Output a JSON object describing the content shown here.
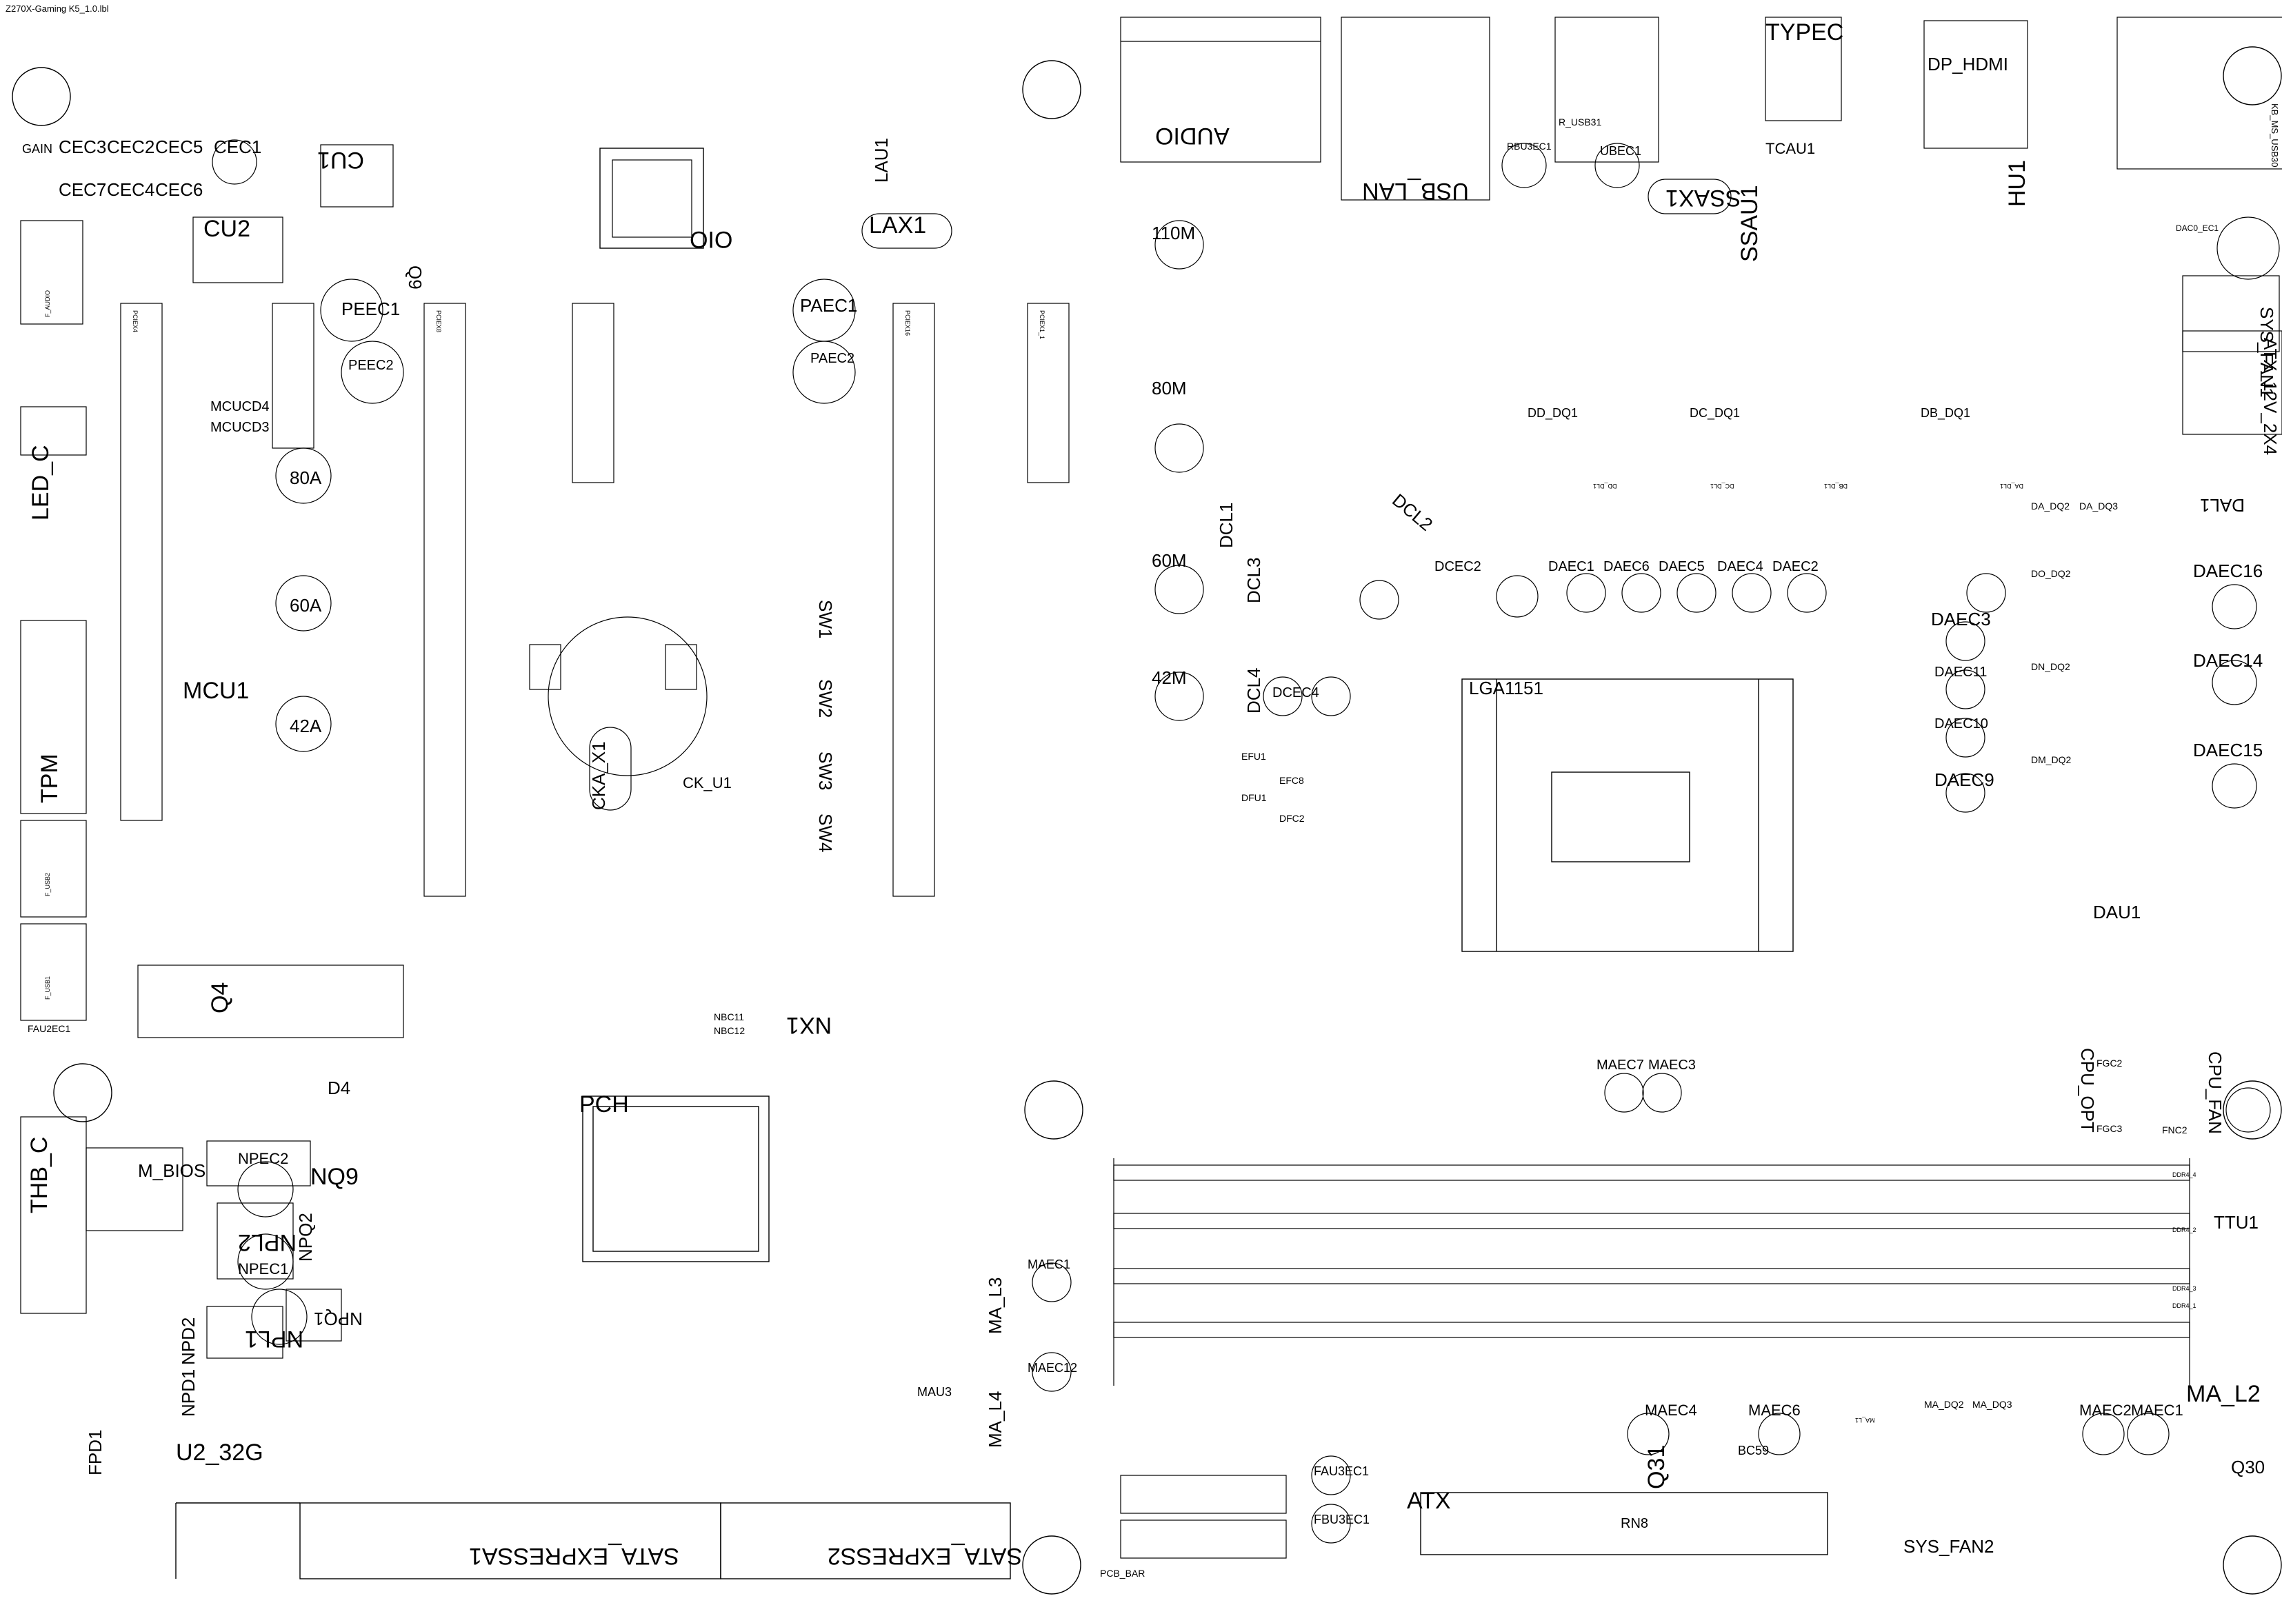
{
  "file_name": "Z270X-Gaming K5_1.0.lbl",
  "large_labels": {
    "audio": "AUDIO",
    "usb_lan": "USB_LAN",
    "typec": "TYPEC",
    "dp_hdmi": "DP_HDMI",
    "hu1": "HU1",
    "ssau1": "SSAU1",
    "ssax1": "SSAX1",
    "ubec1": "UBEC1",
    "tcau1": "TCAU1",
    "sys_fan1": "SYS_FAN1",
    "atx_12v": "ATX_12V_2X4",
    "dal1": "DAL1",
    "daec16": "DAEC16",
    "daec14": "DAEC14",
    "daec15": "DAEC15",
    "daec3": "DAEC3",
    "daec11": "DAEC11",
    "daec10": "DAEC10",
    "daec9": "DAEC9",
    "lga": "LGA1151",
    "dau1": "DAU1",
    "cpu_fan": "CPU_FAN",
    "cpu_opt": "CPU_OPT",
    "ttu1": "TTU1",
    "ma_l2": "MA_L2",
    "q30": "Q30",
    "sys_fan2": "SYS_FAN2",
    "atx": "ATX",
    "q31": "Q31",
    "maec4": "MAEC4",
    "maec6": "MAEC6",
    "maec2": "MAEC2",
    "maec1_r": "MAEC1",
    "maec7": "MAEC7",
    "maec3": "MAEC3",
    "pch": "PCH",
    "nx1": "NX1",
    "sata1": "SATA_EXPRESSA1",
    "sata2": "SATA_EXPRESS2",
    "u2_32g": "U2_32G",
    "npl1": "NPL1",
    "npl2": "NPL2",
    "npq1": "NPQ1",
    "npq2": "NPQ2",
    "npd1": "NPD1",
    "npd2": "NPD2",
    "nq9": "NQ9",
    "npec2": "NPEC2",
    "npec1": "NPEC1",
    "m_bios": "M_BIOS",
    "thb_c": "THB_C",
    "fpd1": "FPD1",
    "d4": "D4",
    "q4": "Q4",
    "tpm": "TPM",
    "led_c": "LED_C",
    "gain": "GAIN",
    "cec3": "CEC3",
    "cec2": "CEC2",
    "cec5": "CEC5",
    "cec1": "CEC1",
    "cec7": "CEC7",
    "cec4": "CEC4",
    "cec6": "CEC6",
    "cu1": "CU1",
    "cu2": "CU2",
    "peec1": "PEEC1",
    "peec2": "PEEC2",
    "q9": "Q9",
    "mcucd4": "MCUCD4",
    "mcucd3": "MCUCD3",
    "a80": "80A",
    "a60": "60A",
    "a42": "42A",
    "mcu1": "MCU1",
    "oio": "OIO",
    "lau1": "LAU1",
    "lax1": "LAX1",
    "paec1": "PAEC1",
    "paec2": "PAEC2",
    "sw1": "SW1",
    "sw2": "SW2",
    "sw3": "SW3",
    "sw4": "SW4",
    "cka_x1": "CKA_X1",
    "ck_u1": "CK_U1",
    "m110": "110M",
    "m80": "80M",
    "m60": "60M",
    "m42": "42M",
    "dcl1": "DCL1",
    "dcl2": "DCL2",
    "dcl3": "DCL3",
    "dcl4": "DCL4",
    "dcec2": "DCEC2",
    "dcec4": "DCEC4",
    "daec1": "DAEC1",
    "daec6": "DAEC6",
    "daec5": "DAEC5",
    "daec4": "DAEC4",
    "daec2": "DAEC2",
    "ma_l3": "MA_L3",
    "ma_l4": "MA_L4",
    "maec12": "MAEC12",
    "mau3": "MAU3",
    "maec1_l": "MAEC1",
    "dd_dq1": "DD_DQ1",
    "dc_dq1": "DC_DQ1",
    "db_dq1": "DB_DQ1",
    "fau3ec1": "FAU3EC1",
    "fbu3ec1": "FBU3EC1",
    "rn8": "RN8",
    "bc59": "BC59"
  },
  "small_labels": {
    "fau2ec1": "FAU2EC1",
    "rbu3ec1": "RBU3EC1",
    "r_usb31": "R_USB31",
    "kb_ms_usb30": "KB_MS_USB30",
    "dac0_ec1": "DAC0_EC1",
    "fgc2": "FGC2",
    "fgc3": "FGC3",
    "fnc2": "FNC2",
    "ddr4_1": "DDR4_1",
    "ddr4_2": "DDR4_2",
    "ddr4_3": "DDR4_3",
    "ddr4_4": "DDR4_4",
    "nbc11": "NBC11",
    "nbc12": "NBC12",
    "pcb_bar": "PCB_BAR",
    "f_usb1": "F_USB1",
    "f_usb2": "F_USB2",
    "f_audio": "F_AUDIO",
    "efu1": "EFU1",
    "dfu1": "DFU1",
    "efc8": "EFC8",
    "dfc2": "DFC2",
    "ma_dq2": "MA_DQ2",
    "ma_dq3": "MA_DQ3",
    "da_dq2": "DA_DQ2",
    "da_dq3": "DA_DQ3",
    "da_dl1": "DA_DL1",
    "dd_dl1": "DD_DL1",
    "dc_dl1": "DC_DL1",
    "db_dl1": "DB_DL1",
    "do_dq2": "DO_DQ2",
    "dn_dq2": "DN_DQ2",
    "dm_dq2": "DM_DQ2",
    "ma_l1": "MA_L1",
    "pcie1": "PCIEX16",
    "pcie2": "PCIEX4",
    "pcie3": "PCIEX8",
    "pcie4": "PCIEX1_1"
  }
}
